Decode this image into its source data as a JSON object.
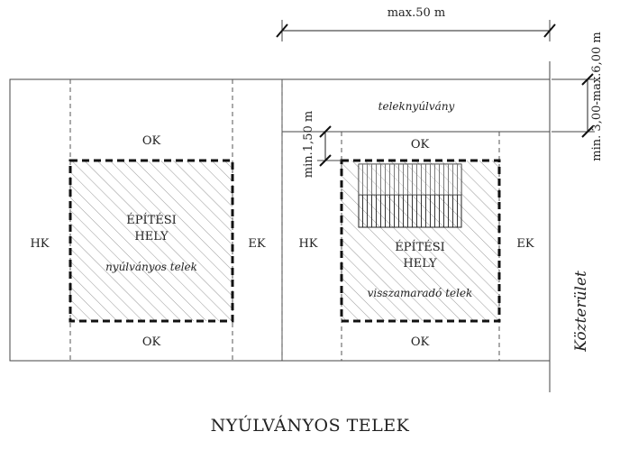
{
  "dimensions": {
    "max_width": "max.50 m",
    "setback_range": "min. 3,00-max.6,00 m",
    "min_offset": "min.1,50 m"
  },
  "left_plot": {
    "front": "OK",
    "back": "OK",
    "left": "HK",
    "right": "EK",
    "zone_line1": "ÉPÍTÉSI",
    "zone_line2": "HELY",
    "zone_caption": "nyúlványos telek"
  },
  "right_plot": {
    "strip_label": "teleknyúlvány",
    "front": "OK",
    "back": "OK",
    "left": "HK",
    "right": "EK",
    "zone_line1": "ÉPÍTÉSI",
    "zone_line2": "HELY",
    "zone_caption": "visszamaradó telek"
  },
  "street_label": "Közterület",
  "title": "NYÚLVÁNYOS TELEK"
}
